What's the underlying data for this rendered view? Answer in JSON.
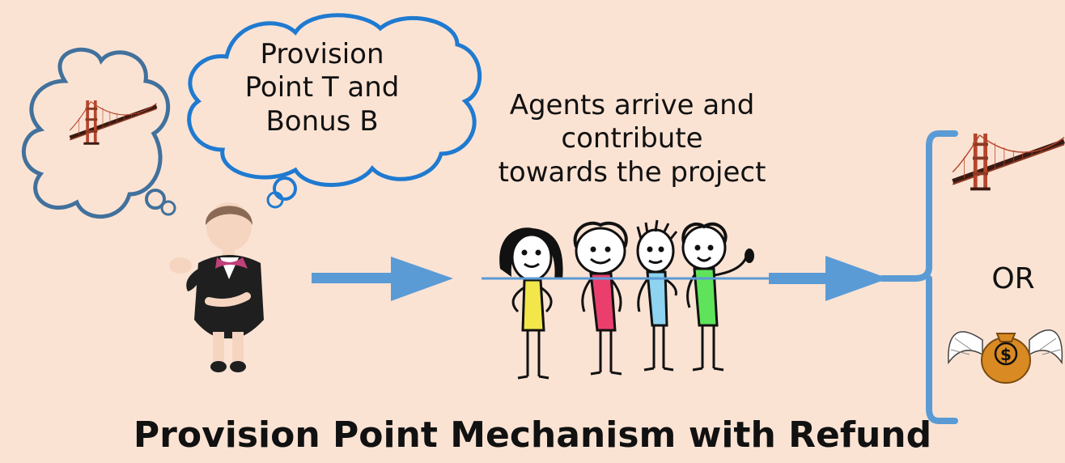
{
  "thought_bubble": {
    "lines": [
      "Provision",
      "Point T and",
      "Bonus B"
    ]
  },
  "agents_caption": {
    "lines": [
      "Agents arrive and",
      "contribute",
      "towards the project"
    ]
  },
  "alternative_label": "OR",
  "title": "Provision Point Mechanism with Refund",
  "colors": {
    "background": "#fbe3d4",
    "arrow": "#5b9bd5",
    "bubble_dark": "#41719c",
    "bubble_bright": "#1f7ad0",
    "bridge": "#b5452b"
  },
  "icons": [
    "bridge-icon",
    "organizer-figure",
    "agents-group",
    "bridge-outcome-icon",
    "flying-money-bag-icon"
  ]
}
